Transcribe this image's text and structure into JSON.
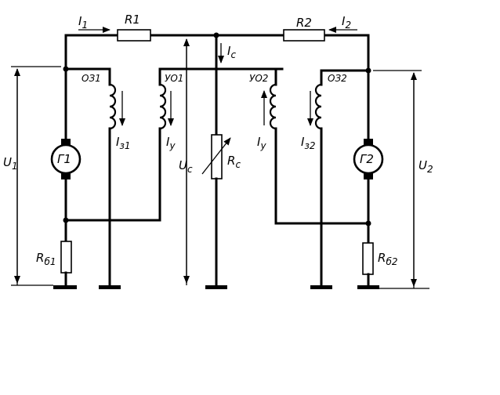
{
  "labels": {
    "i1": "I",
    "i1_sub": "1",
    "r1": "R1",
    "r2": "R2",
    "i2": "I",
    "i2_sub": "2",
    "ic": "I",
    "ic_sub": "c",
    "oz1": "ОЗ1",
    "uo1": "УО1",
    "uo2": "УО2",
    "oz2": "ОЗ2",
    "u1": "U",
    "u1_sub": "1",
    "g1": "Г1",
    "iz1": "I",
    "iz1_sub": "з1",
    "iy_left": "I",
    "iy_left_sub": "y",
    "uc": "U",
    "uc_sub": "c",
    "rc": "R",
    "rc_sub": "c",
    "iy_right": "I",
    "iy_right_sub": "y",
    "iz2": "I",
    "iz2_sub": "з2",
    "g2": "Г2",
    "u2": "U",
    "u2_sub": "2",
    "rb1": "R",
    "rb1_sub": "б1",
    "rb2": "R",
    "rb2_sub": "б2"
  },
  "colors": {
    "ink": "#000000",
    "background": "#ffffff"
  }
}
